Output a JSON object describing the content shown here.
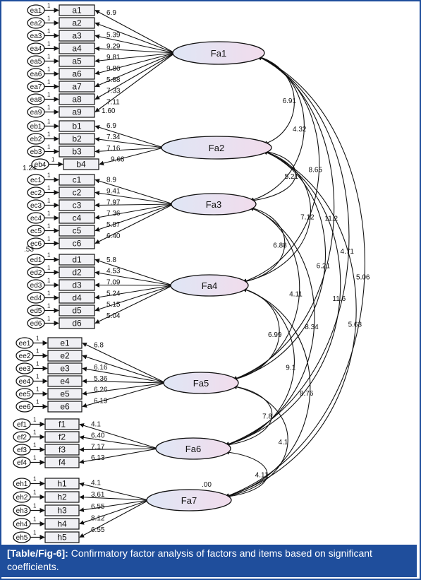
{
  "caption": {
    "tag": "[Table/Fig-6]:",
    "text": "Confirmatory factor analysis of factors and items based on significant coefficients."
  },
  "diagram": {
    "factors": [
      {
        "id": "Fa1",
        "items": [
          {
            "name": "a1",
            "err": "ea1",
            "load": "6.9"
          },
          {
            "name": "a2",
            "err": "ea2",
            "load": ""
          },
          {
            "name": "a3",
            "err": "ea3",
            "load": "5.39"
          },
          {
            "name": "a4",
            "err": "ea4",
            "load": "9.29"
          },
          {
            "name": "a5",
            "err": "ea5",
            "load": "9.81"
          },
          {
            "name": "a6",
            "err": "ea6",
            "load": "9.86"
          },
          {
            "name": "a7",
            "err": "ea7",
            "load": "5.88"
          },
          {
            "name": "a8",
            "err": "ea8",
            "load": "7.33"
          },
          {
            "name": "a9",
            "err": "ea9",
            "load": "7.11"
          }
        ]
      },
      {
        "id": "Fa2",
        "items": [
          {
            "name": "b1",
            "err": "eb1",
            "load": "6.9"
          },
          {
            "name": "b2",
            "err": "eb2",
            "load": "7.34"
          },
          {
            "name": "b3",
            "err": "eb3",
            "load": "7.16"
          },
          {
            "name": "b4",
            "err": "eb4",
            "load": "9.68"
          }
        ]
      },
      {
        "id": "Fa3",
        "items": [
          {
            "name": "c1",
            "err": "ec1",
            "load": "8.9"
          },
          {
            "name": "c2",
            "err": "ec2",
            "load": "9.41"
          },
          {
            "name": "c3",
            "err": "ec3",
            "load": "7.97"
          },
          {
            "name": "c4",
            "err": "ec4",
            "load": "7.36"
          },
          {
            "name": "c5",
            "err": "ec5",
            "load": "5.87"
          },
          {
            "name": "c6",
            "err": "ec6",
            "load": "6.40"
          }
        ]
      },
      {
        "id": "Fa4",
        "items": [
          {
            "name": "d1",
            "err": "ed1",
            "load": "5.8"
          },
          {
            "name": "d2",
            "err": "ed2",
            "load": "4.53"
          },
          {
            "name": "d3",
            "err": "ed3",
            "load": "7.09"
          },
          {
            "name": "d4",
            "err": "ed4",
            "load": "5.24"
          },
          {
            "name": "d5",
            "err": "ed5",
            "load": "5.15"
          },
          {
            "name": "d6",
            "err": "ed6",
            "load": "5.04"
          }
        ]
      },
      {
        "id": "Fa5",
        "items": [
          {
            "name": "e1",
            "err": "ee1",
            "load": "6.8"
          },
          {
            "name": "e2",
            "err": "ee2",
            "load": ""
          },
          {
            "name": "e3",
            "err": "ee3",
            "load": "6.16"
          },
          {
            "name": "e4",
            "err": "ee4",
            "load": "5.36"
          },
          {
            "name": "e5",
            "err": "ee5",
            "load": "6.26"
          },
          {
            "name": "e6",
            "err": "ee6",
            "load": "6.19"
          }
        ]
      },
      {
        "id": "Fa6",
        "items": [
          {
            "name": "f1",
            "err": "ef1",
            "load": "4.1"
          },
          {
            "name": "f2",
            "err": "ef2",
            "load": "6.40"
          },
          {
            "name": "f3",
            "err": "ef3",
            "load": "7.17"
          },
          {
            "name": "f4",
            "err": "ef4",
            "load": "6.13"
          }
        ]
      },
      {
        "id": "Fa7",
        "items": [
          {
            "name": "h1",
            "err": "eh1",
            "load": "4.1"
          },
          {
            "name": "h2",
            "err": "eh2",
            "load": "3.61"
          },
          {
            "name": "h3",
            "err": "eh3",
            "load": "6.55"
          },
          {
            "name": "h4",
            "err": "eh4",
            "load": "8.12"
          },
          {
            "name": "h5",
            "err": "eh5",
            "load": "6.55"
          }
        ]
      }
    ],
    "extra_labels": [
      "1.60",
      "1.24",
      ".53",
      ".00"
    ],
    "covariances": [
      {
        "from": "Fa1",
        "to": "Fa2",
        "value": "6.91"
      },
      {
        "from": "Fa1",
        "to": "Fa3",
        "value": "4.32"
      },
      {
        "from": "Fa1",
        "to": "Fa4",
        "value": "8.65"
      },
      {
        "from": "Fa1",
        "to": "Fa5",
        "value": "11.2"
      },
      {
        "from": "Fa1",
        "to": "Fa6",
        "value": "4.71"
      },
      {
        "from": "Fa1",
        "to": "Fa7",
        "value": "5.06"
      },
      {
        "from": "Fa2",
        "to": "Fa3",
        "value": "5.21"
      },
      {
        "from": "Fa2",
        "to": "Fa4",
        "value": "7.12"
      },
      {
        "from": "Fa2",
        "to": "Fa5",
        "value": "6.21"
      },
      {
        "from": "Fa2",
        "to": "Fa6",
        "value": "11.6"
      },
      {
        "from": "Fa2",
        "to": "Fa7",
        "value": "5.63"
      },
      {
        "from": "Fa3",
        "to": "Fa4",
        "value": "6.88"
      },
      {
        "from": "Fa3",
        "to": "Fa5",
        "value": "4.11"
      },
      {
        "from": "Fa3",
        "to": "Fa6",
        "value": "8.34"
      },
      {
        "from": "Fa4",
        "to": "Fa5",
        "value": "6.99"
      },
      {
        "from": "Fa4",
        "to": "Fa6",
        "value": "9.1"
      },
      {
        "from": "Fa4",
        "to": "Fa7",
        "value": "8.76"
      },
      {
        "from": "Fa5",
        "to": "Fa6",
        "value": "7.8"
      },
      {
        "from": "Fa5",
        "to": "Fa7",
        "value": "4.1"
      },
      {
        "from": "Fa6",
        "to": "Fa7",
        "value": "4.11"
      }
    ]
  }
}
